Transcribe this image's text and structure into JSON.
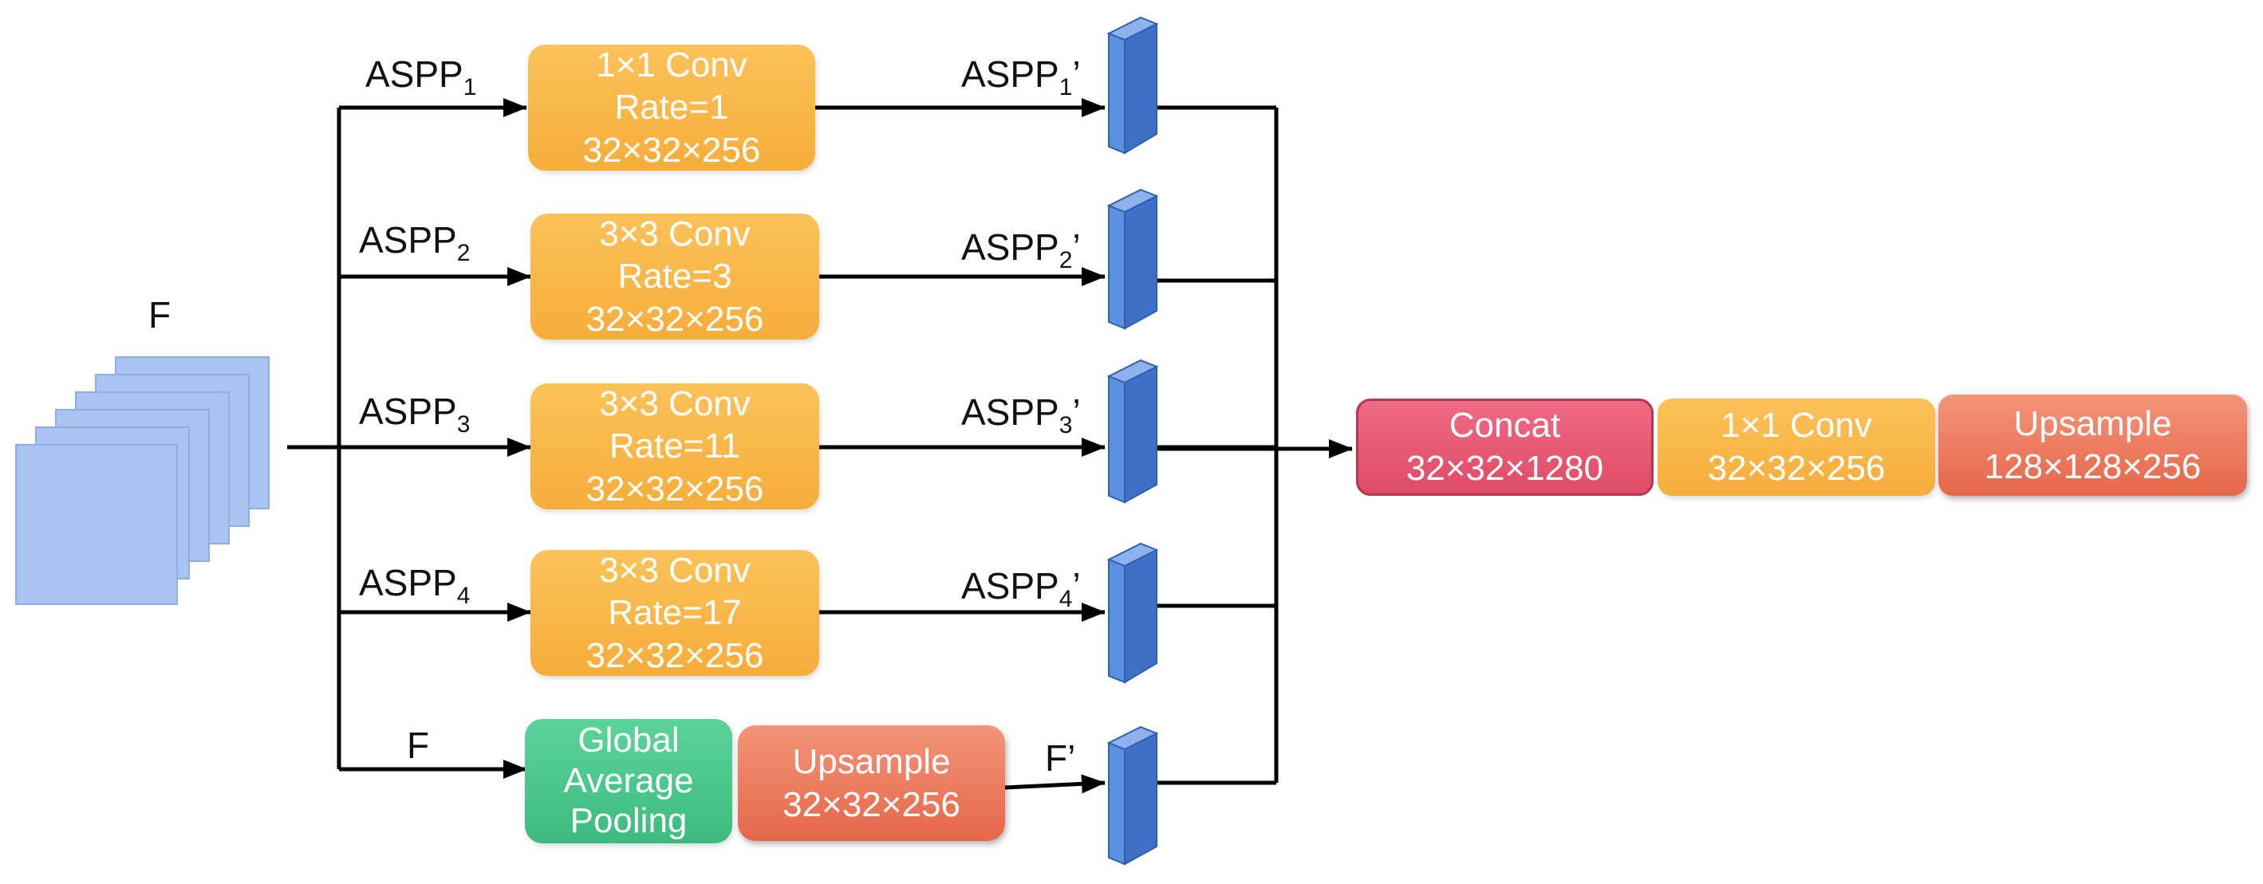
{
  "input": {
    "label": "F"
  },
  "branches": [
    {
      "in_label": "ASPP",
      "in_sub": "1",
      "op": "1×1 Conv",
      "rate": "Rate=1",
      "size": "32×32×256",
      "out_label": "ASPP",
      "out_sub": "1",
      "out_prime": "’"
    },
    {
      "in_label": "ASPP",
      "in_sub": "2",
      "op": "3×3 Conv",
      "rate": "Rate=3",
      "size": "32×32×256",
      "out_label": "ASPP",
      "out_sub": "2",
      "out_prime": "’"
    },
    {
      "in_label": "ASPP",
      "in_sub": "3",
      "op": "3×3 Conv",
      "rate": "Rate=11",
      "size": "32×32×256",
      "out_label": "ASPP",
      "out_sub": "3",
      "out_prime": "’"
    },
    {
      "in_label": "ASPP",
      "in_sub": "4",
      "op": "3×3 Conv",
      "rate": "Rate=17",
      "size": "32×32×256",
      "out_label": "ASPP",
      "out_sub": "4",
      "out_prime": "’"
    }
  ],
  "pool_branch": {
    "in_label": "F",
    "pool": [
      "Global",
      "Average",
      "Pooling"
    ],
    "upsample": {
      "title": "Upsample",
      "size": "32×32×256"
    },
    "out_label": "F’"
  },
  "output_chain": [
    {
      "title": "Concat",
      "size": "32×32×1280"
    },
    {
      "title": "1×1 Conv",
      "size": "32×32×256"
    },
    {
      "title": "Upsample",
      "size": "128×128×256"
    }
  ],
  "colors": {
    "conv": "#f8b648",
    "pool": "#4cc68b",
    "upsample": "#ee7d60",
    "concat": "#e55a74",
    "feature_map": "#a9c3f3",
    "feature_block": "#5b8fe0"
  }
}
